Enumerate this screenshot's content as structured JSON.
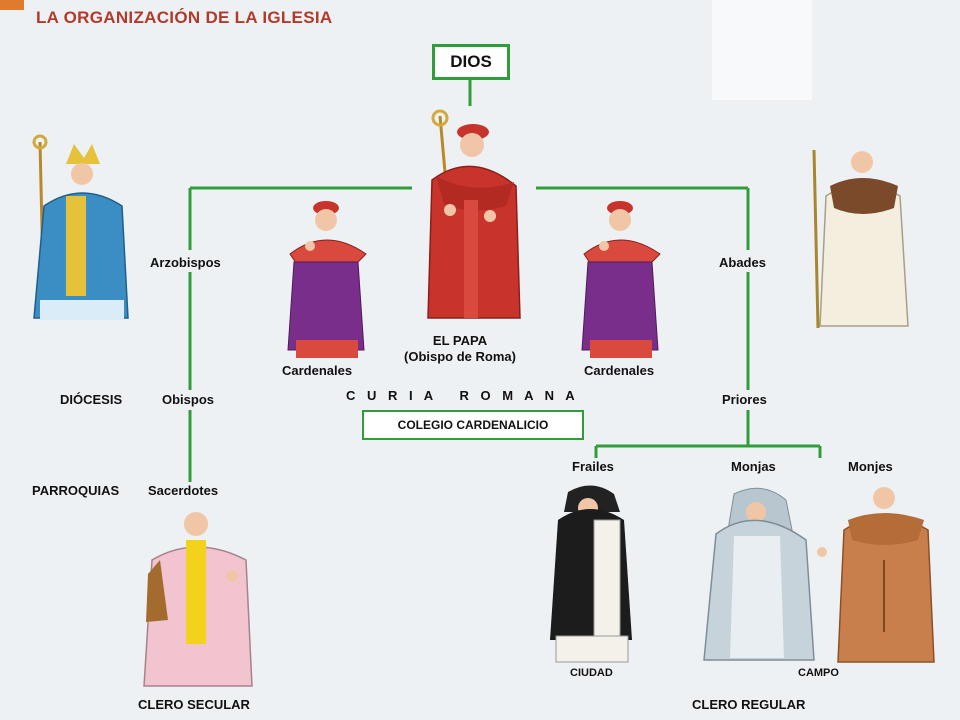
{
  "title": "LA ORGANIZACIÓN DE LA IGLESIA",
  "dios": "DIOS",
  "papa": {
    "line1": "EL PAPA",
    "line2": "(Obispo de Roma)"
  },
  "curia": "C U R I A   R O M A N A",
  "colegio": "COLEGIO CARDENALICIO",
  "cardenales_left": "Cardenales",
  "cardenales_right": "Cardenales",
  "secular": {
    "arzobispos": "Arzobispos",
    "obispos": "Obispos",
    "sacerdotes": "Sacerdotes",
    "diocesis": "DIÓCESIS",
    "parroquias": "PARROQUIAS",
    "clero": "CLERO SECULAR"
  },
  "regular": {
    "abades": "Abades",
    "priores": "Priores",
    "frailes": "Frailes",
    "monjas": "Monjas",
    "monjes": "Monjes",
    "ciudad": "CIUDAD",
    "campo": "CAMPO",
    "clero": "CLERO REGULAR"
  },
  "colors": {
    "line": "#2f9e3a",
    "title": "#b23a2b",
    "cardinal_red": "#c8342b",
    "purple": "#7a2e8c",
    "archbishop_blue": "#3a8ec4",
    "gold": "#e6c23a"
  },
  "figures": [
    "pope-figure",
    "cardinal-left-figure",
    "cardinal-right-figure",
    "archbishop-figure",
    "abbot-figure",
    "priest-figure",
    "friar-figure",
    "nun-figure",
    "monk-figure"
  ]
}
